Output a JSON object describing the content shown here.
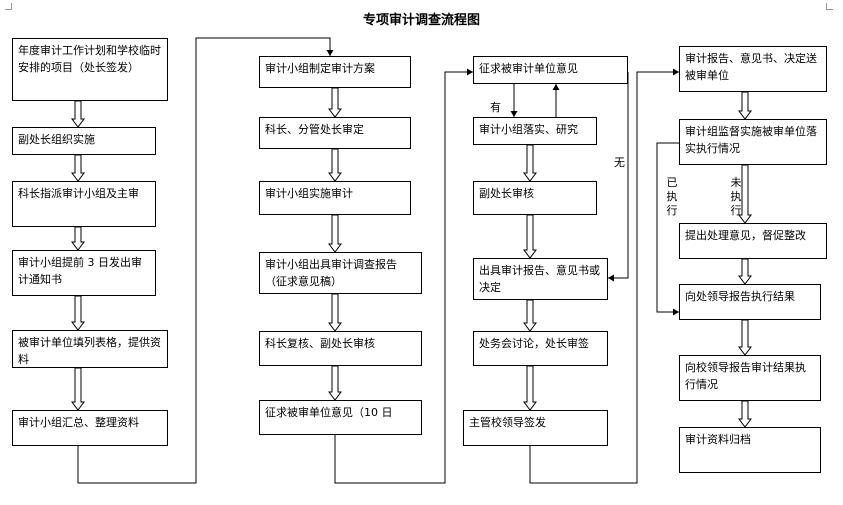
{
  "title": "专项审计调查流程图",
  "columns": [
    {
      "id": "col1",
      "boxes": [
        "年度审计工作计划和学校临时安排的项目（处长签发）",
        "副处长组织实施",
        "科长指派审计小组及主审",
        "审计小组提前 3 日发出审计通知书",
        "被审计单位填列表格，提供资料",
        "审计小组汇总、整理资料"
      ]
    },
    {
      "id": "col2",
      "boxes": [
        "审计小组制定审计方案",
        "科长、分管处长审定",
        "审计小组实施审计",
        "审计小组出具审计调查报告（征求意见稿）",
        "科长复核、副处长审核",
        "征求被审单位意见（10 日"
      ]
    },
    {
      "id": "col3",
      "boxes": [
        "征求被审计单位意见",
        "审计小组落实、研究",
        "副处长审核",
        "出具审计报告、意见书或决定",
        "处务会讨论，处长审签",
        "主管校领导签发"
      ]
    },
    {
      "id": "col4",
      "boxes": [
        "审计报告、意见书、决定送被审单位",
        "审计组监督实施被审单位落实执行情况",
        "提出处理意见，督促整改",
        "向处领导报告执行结果",
        "向校领导报告审计结果执行情况",
        "审计资料归档"
      ]
    }
  ],
  "labels": {
    "yes": "有",
    "no": "无",
    "executed": "已执行",
    "not_executed": "未执行"
  },
  "colors": {
    "line": "#000000",
    "arrow_fill": "#ffffff"
  }
}
